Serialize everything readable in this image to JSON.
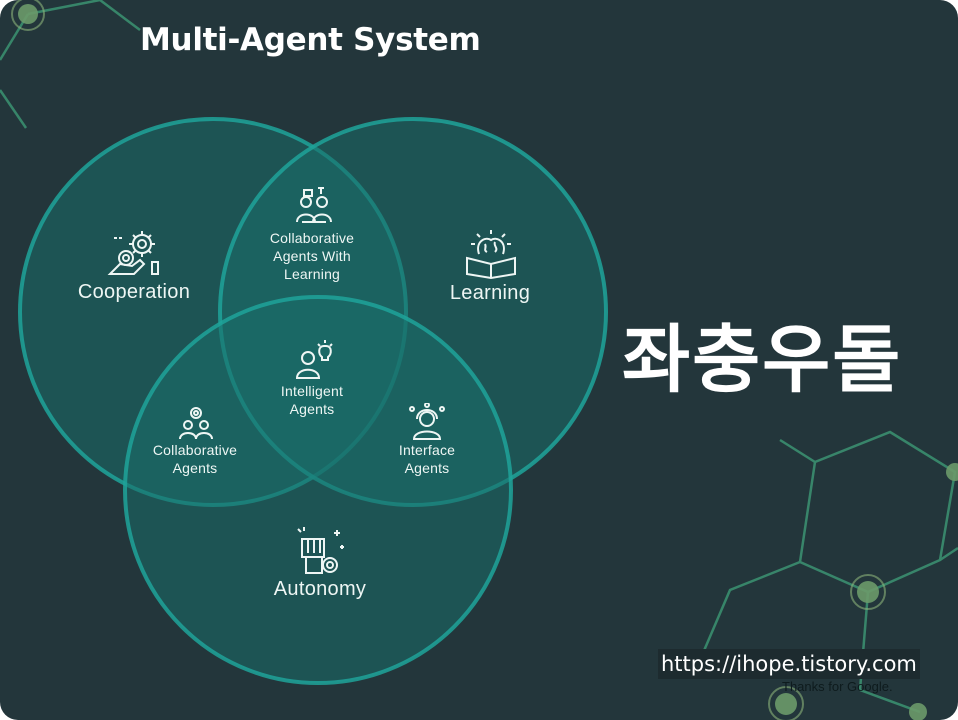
{
  "title": "Multi-Agent System",
  "regions": {
    "cooperation": "Cooperation",
    "learning": "Learning",
    "autonomy": "Autonomy",
    "collab_learning": "Collaborative\nAgents  With\nLearning",
    "intelligent": "Intelligent\nAgents",
    "collab_agents": "Collaborative\nAgents",
    "interface": "Interface\nAgents"
  },
  "icons": {
    "cooperation": "gears-hand-icon",
    "learning": "brain-book-icon",
    "autonomy": "fist-gear-icon",
    "collab_learning": "people-laptop-icon",
    "intelligent": "person-lightbulb-icon",
    "collab_agents": "team-gear-icon",
    "interface": "agent-headset-icon"
  },
  "watermark": {
    "korean": "좌충우돌",
    "url": "https://ihope.tistory.com",
    "thanks": "Thanks for Google."
  },
  "colors": {
    "background": "#23363b",
    "circle_fill": "#1a6e6a",
    "circle_stroke": "#1fa39a",
    "network_line": "#3fa07a"
  }
}
